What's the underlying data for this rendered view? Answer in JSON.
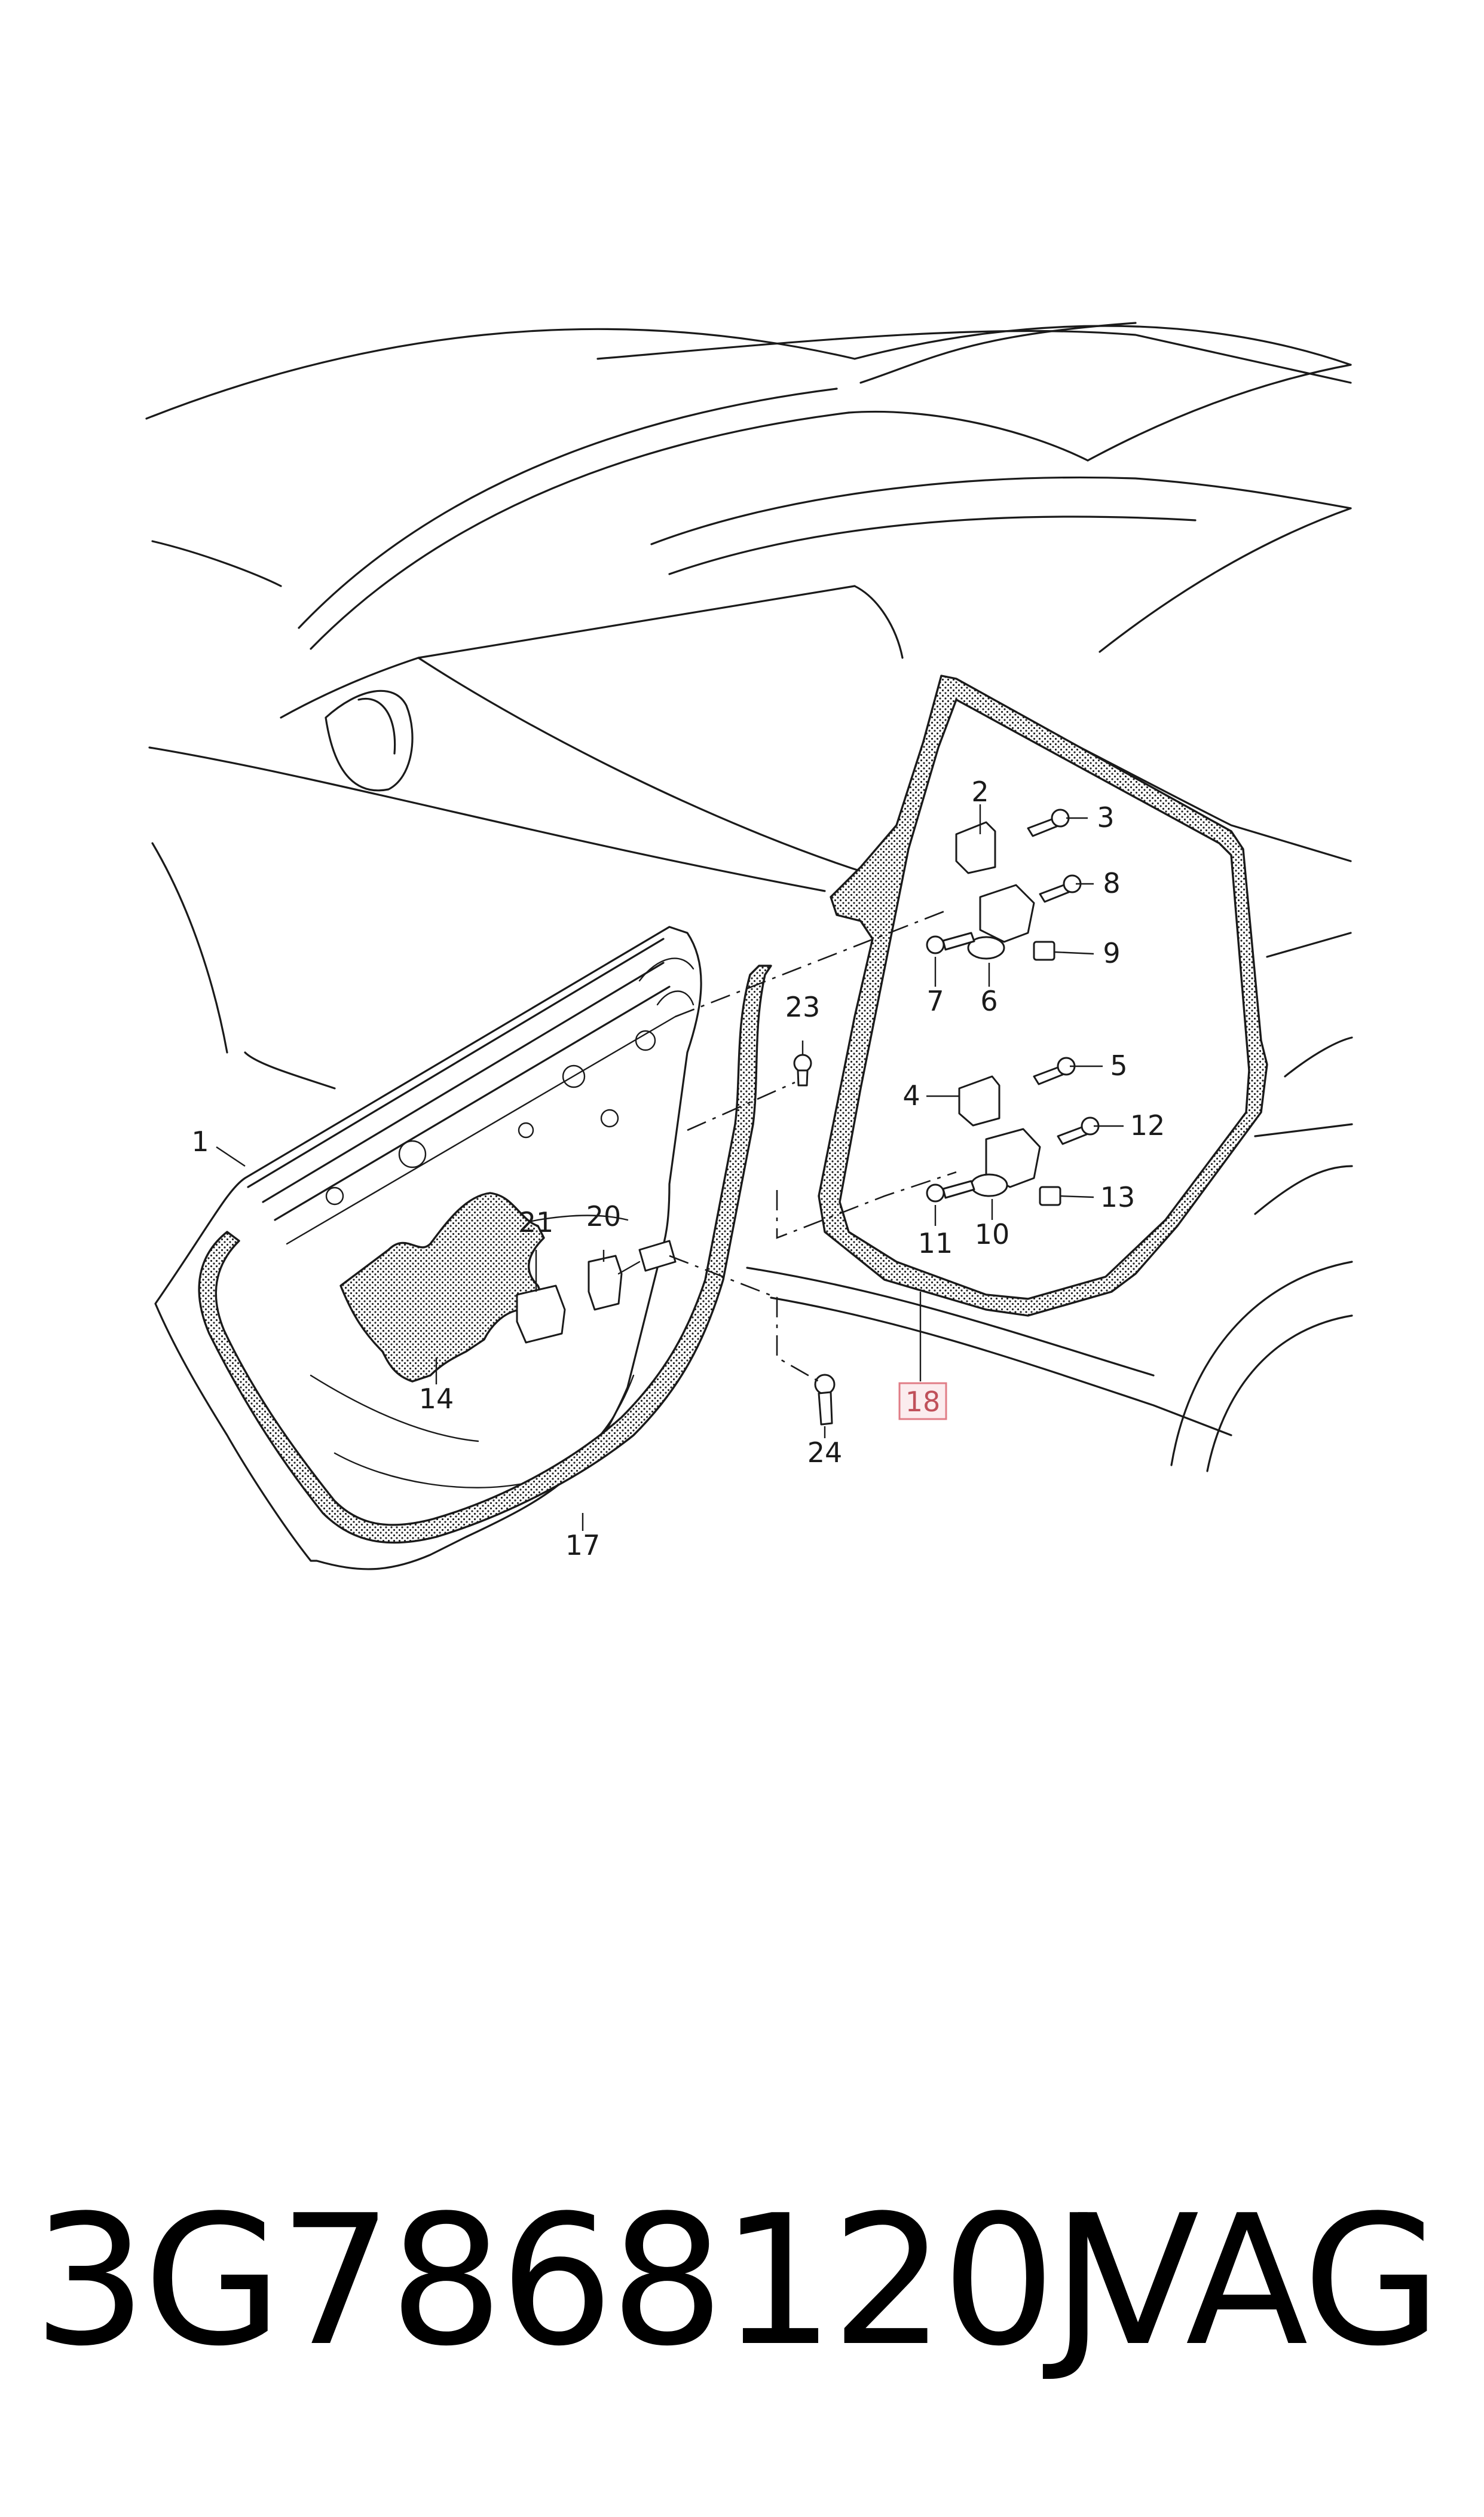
{
  "diagram": {
    "callouts": [
      "1",
      "2",
      "3",
      "4",
      "5",
      "6",
      "7",
      "8",
      "9",
      "10",
      "11",
      "12",
      "13",
      "14",
      "17",
      "18",
      "20",
      "21",
      "23",
      "24"
    ],
    "highlighted_callout": "18",
    "colors": {
      "line": "#1a1a1a",
      "highlight_box": "#e07c86",
      "highlight_fill": "#fbecee",
      "highlight_text": "#c0505a"
    }
  },
  "footer": {
    "part_number": "3G7868120J",
    "brand": "VAG"
  }
}
